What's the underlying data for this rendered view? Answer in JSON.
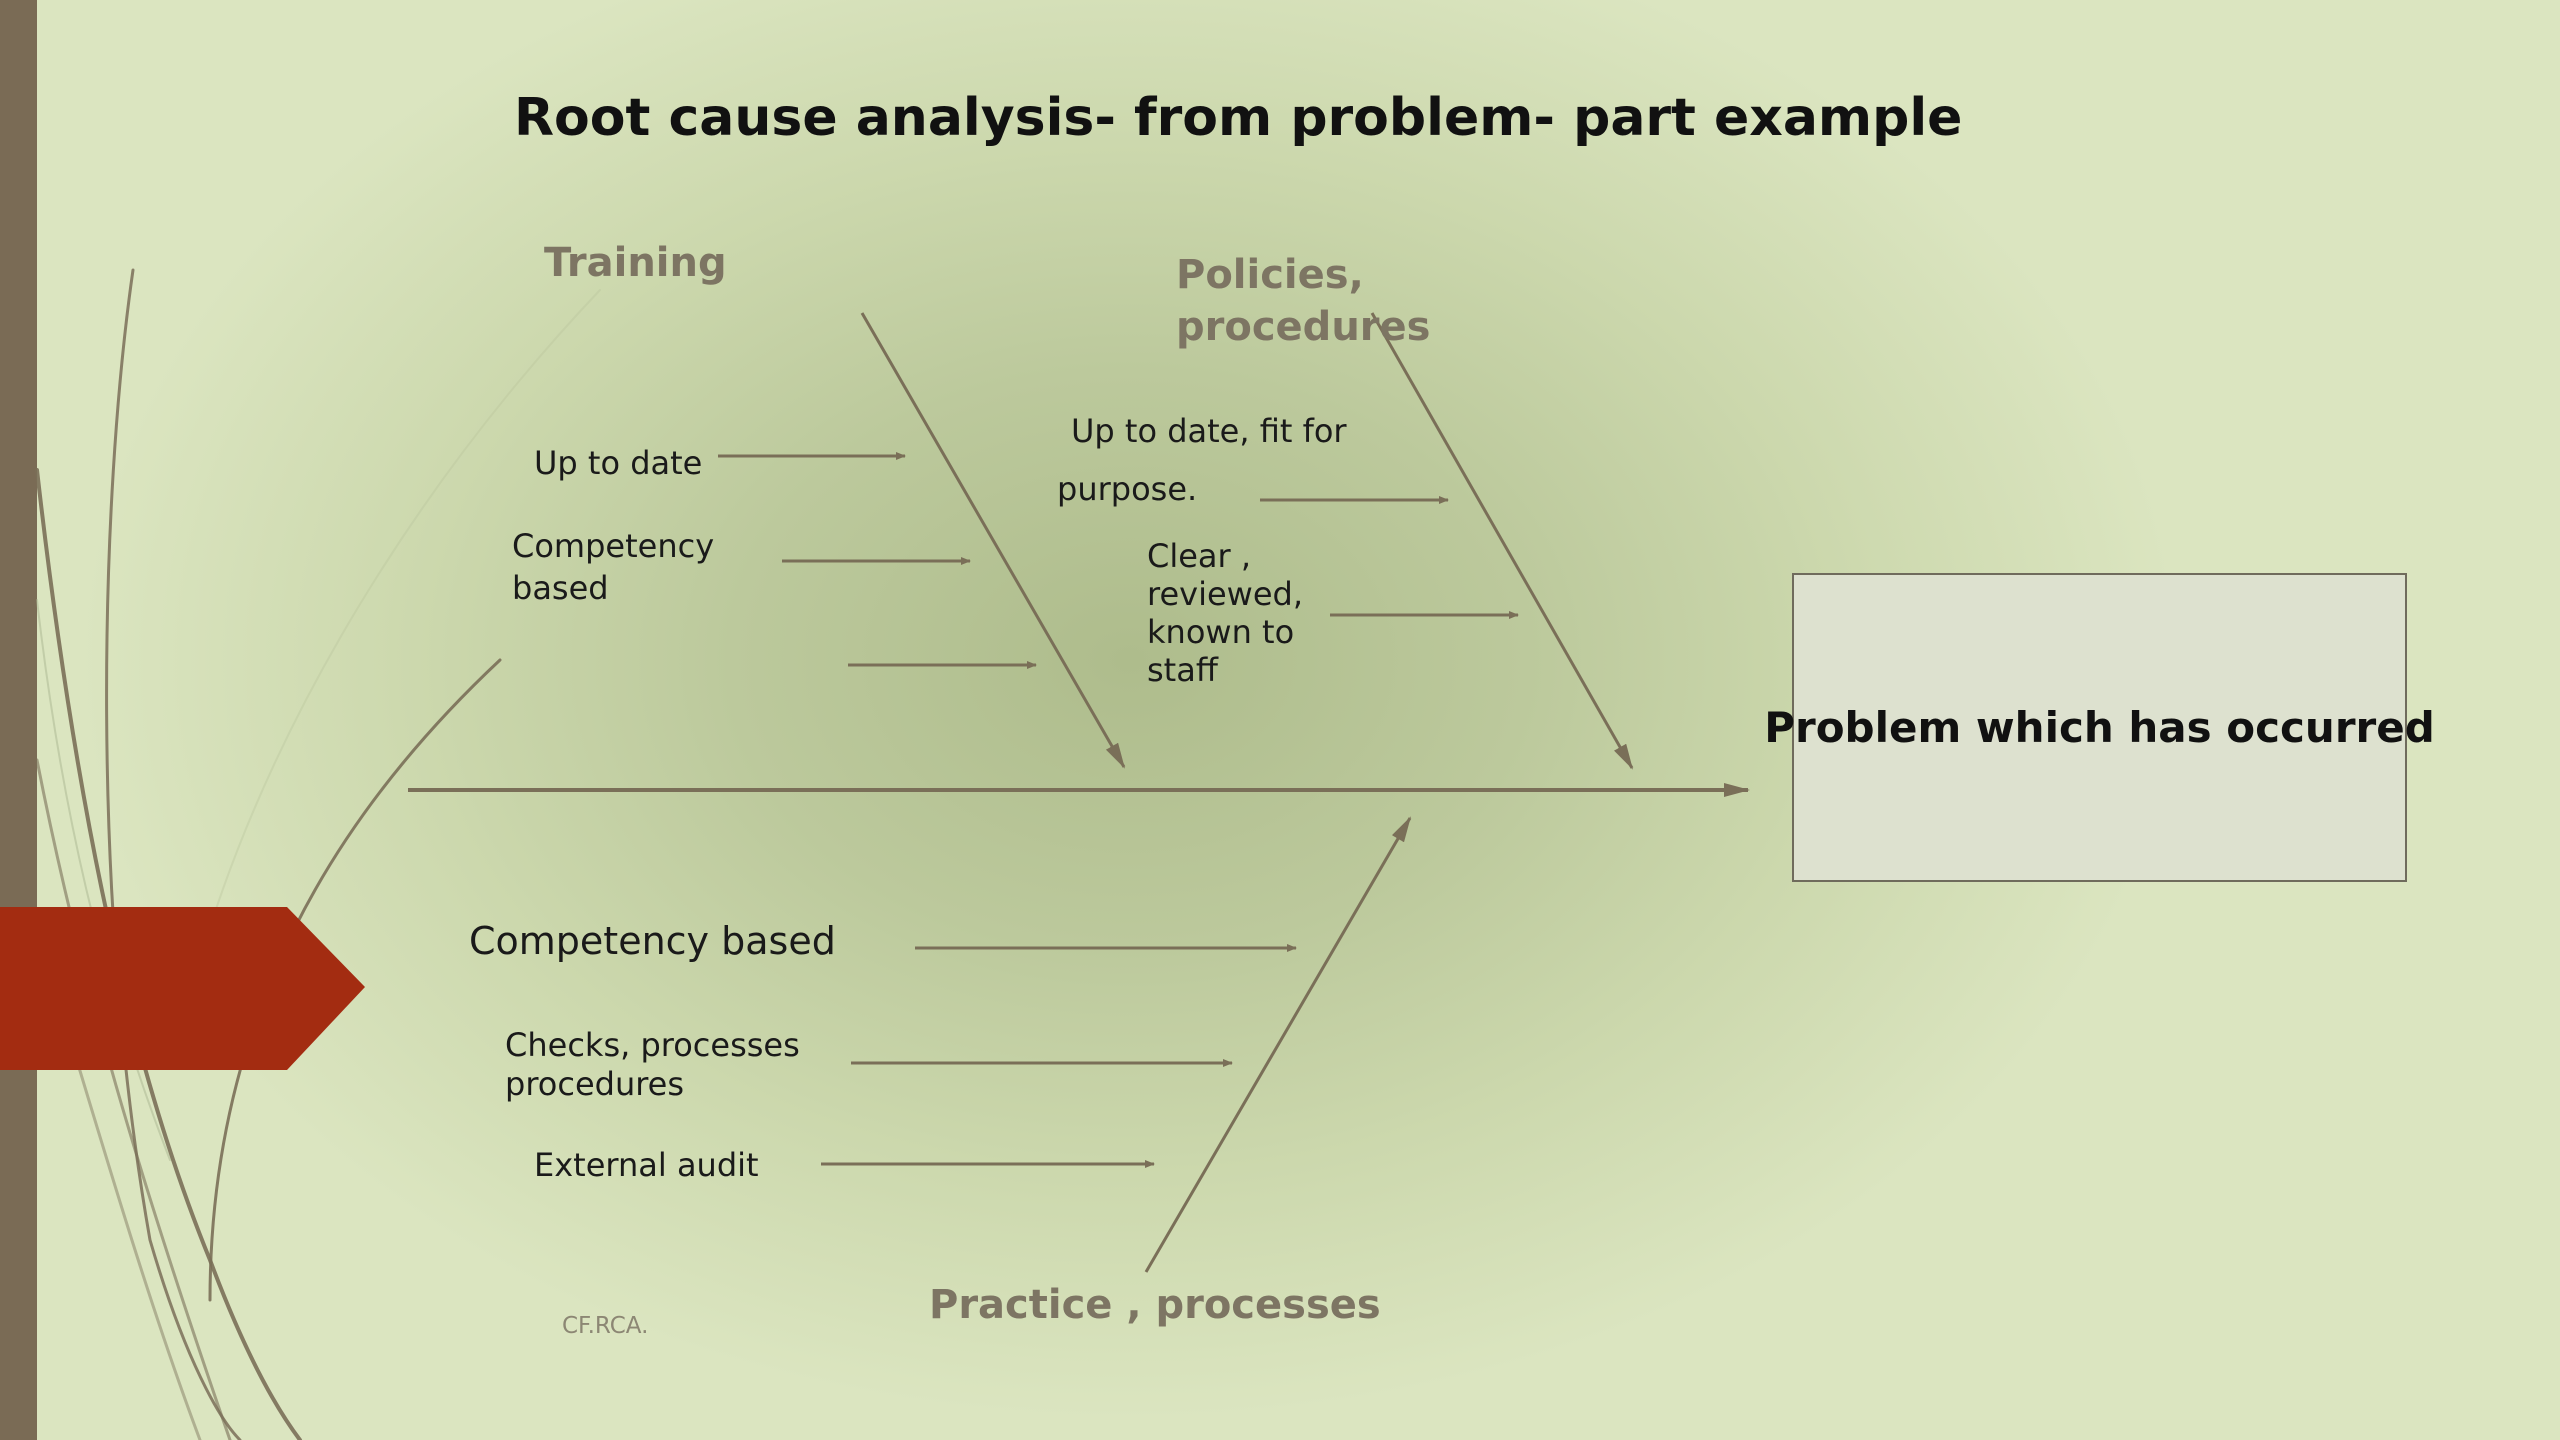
{
  "title": "Root cause analysis- from problem- part  example",
  "categories": {
    "training": "Training",
    "policies": [
      "Policies,",
      "procedures"
    ],
    "practice": "Practice , processes"
  },
  "causes": {
    "training_up_to_date": "Up to date",
    "training_competency": [
      "Competency",
      "based"
    ],
    "policies_up_to_date": [
      "Up to date, fit for",
      "purpose."
    ],
    "policies_clear": [
      "Clear ,",
      "reviewed,",
      "known to",
      "staff"
    ],
    "practice_competency": "Competency based",
    "practice_checks": [
      "Checks, processes",
      "procedures"
    ],
    "practice_audit": "External audit"
  },
  "problem": "Problem which has occurred",
  "footer_note": "CF.RCA.",
  "colors": {
    "line": "#7a6f58",
    "accent_tab": "#a32c11",
    "left_bar": "#7a6b55",
    "category_text": "#7d7563"
  }
}
